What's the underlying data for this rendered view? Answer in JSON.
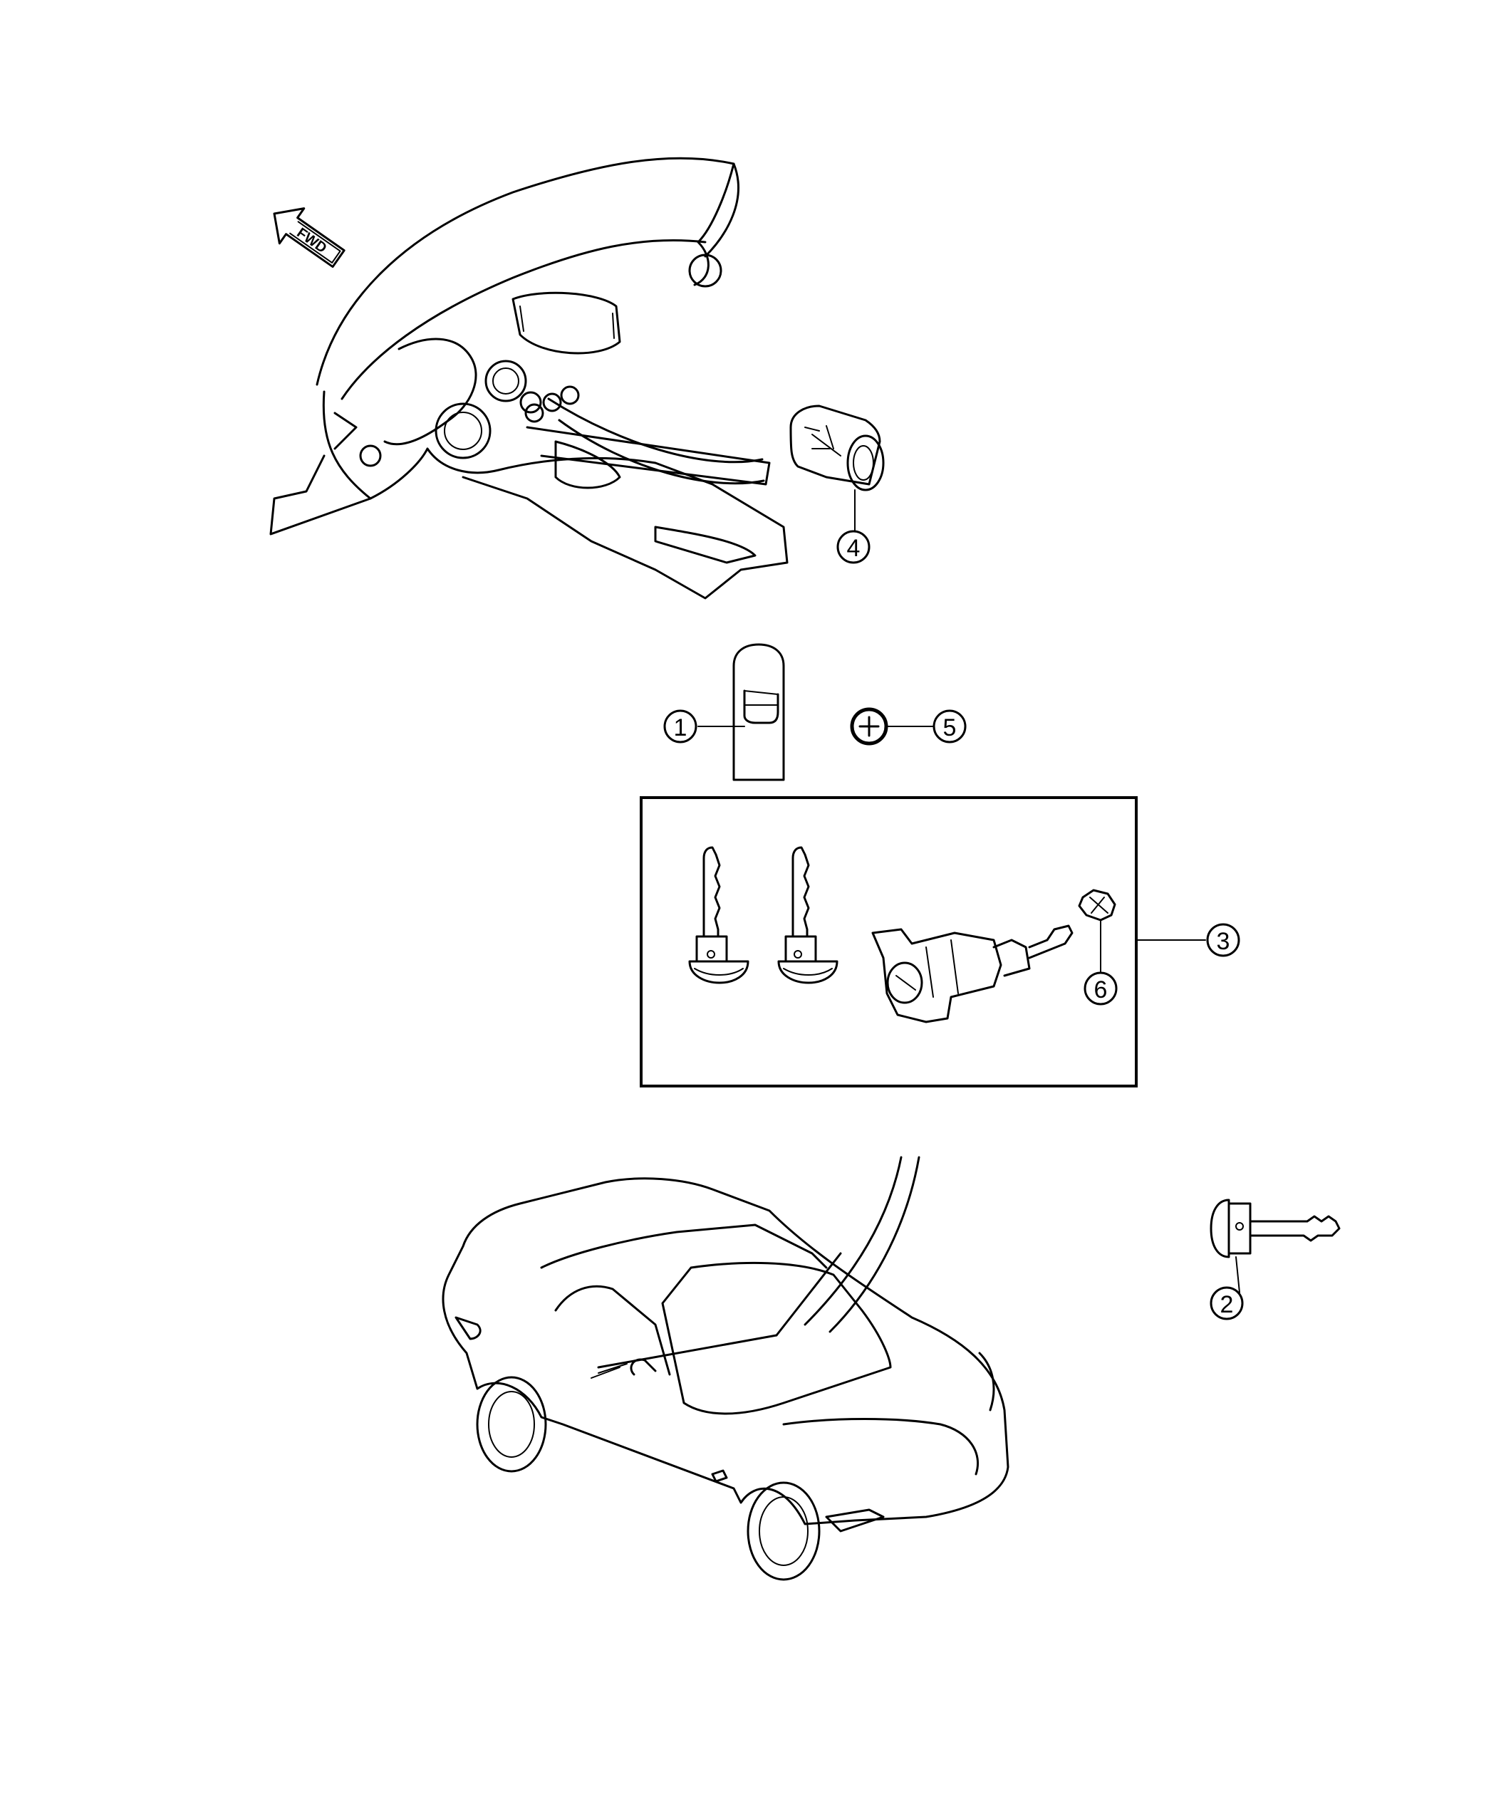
{
  "orientation": {
    "arrow_label": "FWD"
  },
  "callouts": [
    {
      "id": "1",
      "label": "1"
    },
    {
      "id": "2",
      "label": "2"
    },
    {
      "id": "3",
      "label": "3"
    },
    {
      "id": "4",
      "label": "4"
    },
    {
      "id": "5",
      "label": "5"
    },
    {
      "id": "6",
      "label": "6"
    }
  ],
  "parts": {
    "dashboard": "dashboard-icon",
    "ignition_switch": "push-button-icon",
    "smart_key_fob": "key-fob-icon",
    "blank_key": "key-icon",
    "lock_set": "lock-cylinder-icon",
    "vehicle": "car-icon",
    "plus_marker": "plus-circle-icon"
  }
}
